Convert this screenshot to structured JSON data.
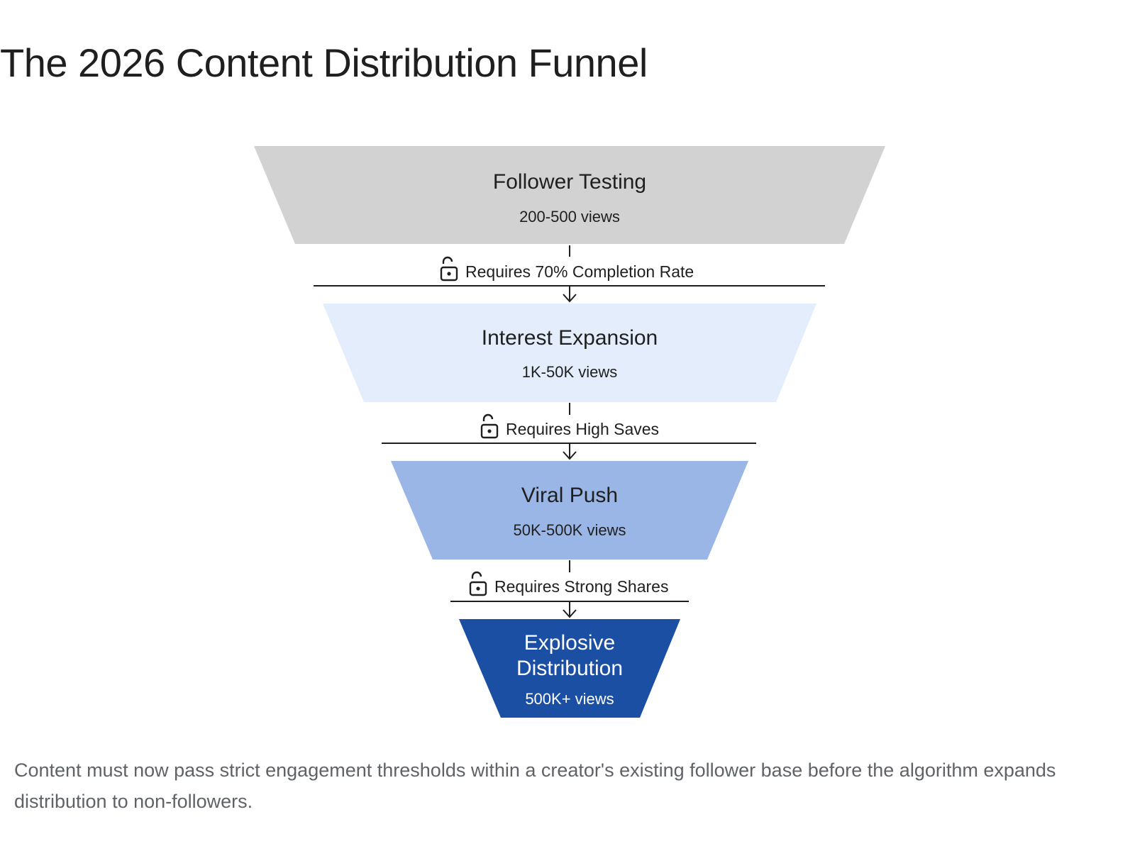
{
  "title": "The 2026 Content Distribution Funnel",
  "stages": [
    {
      "title": "Follower Testing",
      "subtitle": "200-500 views",
      "color": "#d2d2d2",
      "text_color": "#1f1f1f"
    },
    {
      "title": "Interest Expansion",
      "subtitle": "1K-50K views",
      "color": "#e3edfc",
      "text_color": "#1f1f1f"
    },
    {
      "title": "Viral Push",
      "subtitle": "50K-500K views",
      "color": "#9ab6e6",
      "text_color": "#1f1f1f"
    },
    {
      "title_lines": [
        "Explosive",
        "Distribution"
      ],
      "subtitle": "500K+ views",
      "color": "#1a4fa3",
      "text_color": "#ffffff"
    }
  ],
  "gates": [
    {
      "label": "Requires 70% Completion Rate",
      "icon": "unlocked-padlock-icon"
    },
    {
      "label": "Requires High Saves",
      "icon": "unlocked-padlock-icon"
    },
    {
      "label": "Requires Strong Shares",
      "icon": "unlocked-padlock-icon"
    }
  ],
  "caption": "Content must now pass strict engagement thresholds within a creator's existing follower base before the algorithm expands distribution to non-followers."
}
